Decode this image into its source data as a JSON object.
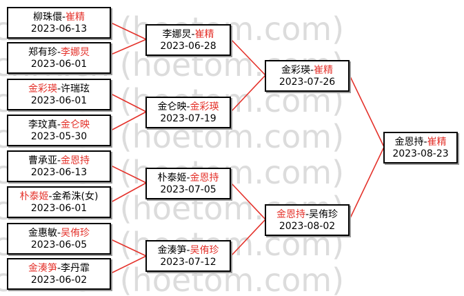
{
  "colors": {
    "winner": "#e4322b",
    "line": "#e4322b",
    "text": "#000000"
  },
  "watermark": "cnrk.cn (hoetom.com)",
  "matches": [
    {
      "id": "r1m1",
      "p1": "柳珠儇",
      "p2": "崔精",
      "winner": 2,
      "date": "2023-06-13"
    },
    {
      "id": "r1m2",
      "p1": "郑有珍",
      "p2": "李娜炅",
      "winner": 2,
      "date": "2023-06-01"
    },
    {
      "id": "r1m3",
      "p1": "金彩瑛",
      "p2": "许瑞玹",
      "winner": 1,
      "date": "2023-06-01"
    },
    {
      "id": "r1m4",
      "p1": "李玟真",
      "p2": "金仑映",
      "winner": 2,
      "date": "2023-05-30"
    },
    {
      "id": "r1m5",
      "p1": "曹承亚",
      "p2": "金恩持",
      "winner": 2,
      "date": "2023-06-13"
    },
    {
      "id": "r1m6",
      "p1": "朴泰姬",
      "p2": "金希洙(女)",
      "winner": 1,
      "date": "2023-06-01"
    },
    {
      "id": "r1m7",
      "p1": "金惠敏",
      "p2": "吴侑珍",
      "winner": 2,
      "date": "2023-06-05"
    },
    {
      "id": "r1m8",
      "p1": "金湊笋",
      "p2": "李丹霏",
      "winner": 1,
      "date": "2023-06-02"
    },
    {
      "id": "r2m1",
      "p1": "李娜炅",
      "p2": "崔精",
      "winner": 2,
      "date": "2023-06-28"
    },
    {
      "id": "r2m2",
      "p1": "金仑映",
      "p2": "金彩瑛",
      "winner": 2,
      "date": "2023-07-19"
    },
    {
      "id": "r2m3",
      "p1": "朴泰姬",
      "p2": "金恩持",
      "winner": 2,
      "date": "2023-07-05"
    },
    {
      "id": "r2m4",
      "p1": "金湊笋",
      "p2": "吴侑珍",
      "winner": 2,
      "date": "2023-07-12"
    },
    {
      "id": "r3m1",
      "p1": "金彩瑛",
      "p2": "崔精",
      "winner": 2,
      "date": "2023-07-26"
    },
    {
      "id": "r3m2",
      "p1": "金恩持",
      "p2": "吴侑珍",
      "winner": 1,
      "date": "2023-08-02"
    },
    {
      "id": "final",
      "p1": "金恩持",
      "p2": "崔精",
      "winner": 2,
      "date": "2023-08-23"
    }
  ]
}
